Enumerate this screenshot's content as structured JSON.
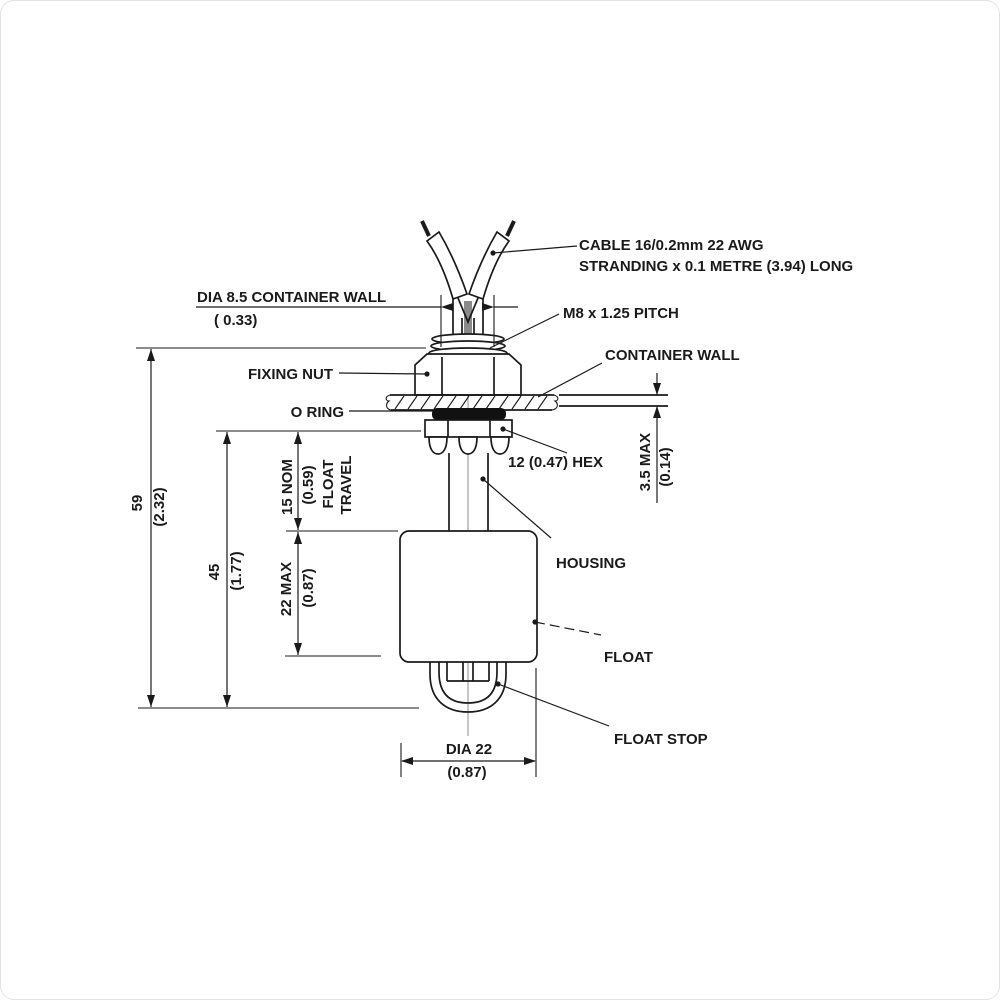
{
  "annotations": {
    "cable_line1": "CABLE 16/0.2mm 22 AWG",
    "cable_line2": "STRANDING x 0.1 METRE (3.94) LONG",
    "dia_hole": "DIA 8.5 CONTAINER WALL",
    "dia_hole_in": "( 0.33)",
    "m8_pitch": "M8 x 1.25 PITCH",
    "fixing_nut": "FIXING NUT",
    "container_wall": "CONTAINER WALL",
    "o_ring": "O RING",
    "hex": "12 (0.47) HEX",
    "housing": "HOUSING",
    "float": "FLOAT",
    "float_stop": "FLOAT STOP"
  },
  "dimensions": {
    "overall_mm": "59",
    "overall_in": "(2.32)",
    "upper_mm": "45",
    "upper_in": "(1.77)",
    "travel_mm": "15 NOM",
    "travel_in": "(0.59)",
    "travel_word1": "FLOAT",
    "travel_word2": "TRAVEL",
    "float_mm": "22 MAX",
    "float_in": "(0.87)",
    "wall_mm": "3.5 MAX",
    "wall_in": "(0.14)",
    "dia_mm": "DIA 22",
    "dia_in": "(0.87)"
  },
  "colors": {
    "line": "#1a1a1a",
    "background": "#ffffff",
    "o_ring_fill": "#111111",
    "centerline": "#8f8f8f"
  }
}
